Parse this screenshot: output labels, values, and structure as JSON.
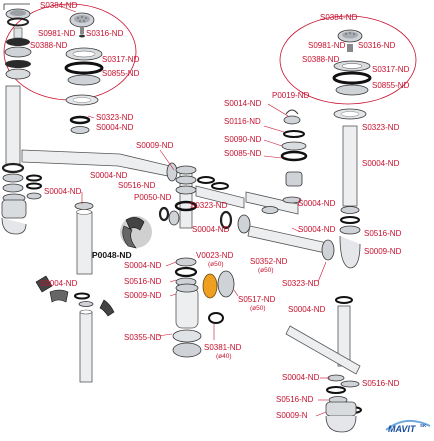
{
  "labels": {
    "l01": "S0384-ND",
    "l02": "S0981-ND",
    "l03": "S0316-ND",
    "l04": "S0388-ND",
    "l05": "S0317-ND",
    "l06": "S0855-ND",
    "l07": "S0323-ND",
    "l08": "S0004-ND",
    "l09": "S0009-ND",
    "l10": "S0004-ND",
    "l11": "S0516-ND",
    "l12": "P0050-ND",
    "l13": "S0323-ND",
    "l14": "S0004-ND",
    "l15": "S0004-ND",
    "l16": "P0048-ND",
    "l17": "S0004-ND",
    "l18": "S0516-ND",
    "l19": "S0009-ND",
    "l20": "V0023-ND",
    "l21": "(ø50)",
    "l22": "S0352-ND",
    "l23": "(ø50)",
    "l24": "S0517-ND",
    "l25": "(ø50)",
    "l26": "S0004-ND",
    "l27": "S0355-ND",
    "l28": "S0381-ND",
    "l29": "(ø40)",
    "l30": "S0384-ND",
    "l31": "S0981-ND",
    "l32": "S0316-ND",
    "l33": "S0388-ND",
    "l34": "S0317-ND",
    "l35": "S0855-ND",
    "l36": "S0014-ND",
    "l37": "P0019-ND",
    "l38": "S0116-ND",
    "l39": "S0090-ND",
    "l40": "S0085-ND",
    "l41": "S0323-ND",
    "l42": "S0004-ND",
    "l43": "S0004-ND",
    "l44": "S0004-ND",
    "l45": "S0516-ND",
    "l46": "S0009-ND",
    "l47": "S0323-ND",
    "l48": "S0004-ND",
    "l49": "S0004-ND",
    "l50": "S0516-ND",
    "l51": "S0516-ND",
    "l52": "S0009-N"
  },
  "brand": {
    "logo_text": "MAVIT",
    "logo_suffix": "SK"
  },
  "colors": {
    "label": "#c8102e",
    "highlight_ring": "#c8102e",
    "logo_bg": "#1a4fa0"
  }
}
